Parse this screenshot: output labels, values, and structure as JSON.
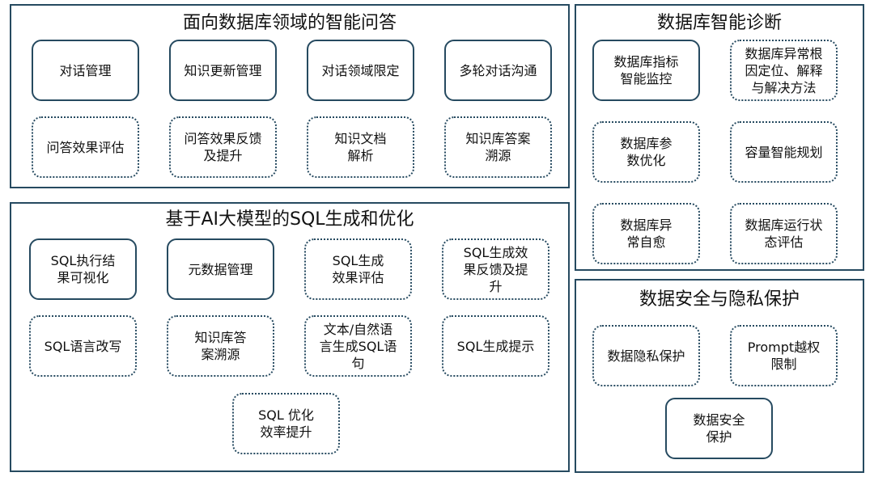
{
  "panels": {
    "qa": {
      "title": "面向数据库领域的智能问答",
      "items": [
        {
          "label": "对话管理",
          "style": "solid"
        },
        {
          "label": "知识更新管理",
          "style": "solid"
        },
        {
          "label": "对话领域限定",
          "style": "solid"
        },
        {
          "label": "多轮对话沟通",
          "style": "solid"
        },
        {
          "label": "问答效果评估",
          "style": "dotted"
        },
        {
          "label": "问答效果反馈\n及提升",
          "style": "dotted"
        },
        {
          "label": "知识文档\n解析",
          "style": "dotted"
        },
        {
          "label": "知识库答案\n溯源",
          "style": "dotted"
        }
      ]
    },
    "sql": {
      "title": "基于AI大模型的SQL生成和优化",
      "items": [
        {
          "label": "SQL执行结\n果可视化",
          "style": "solid"
        },
        {
          "label": "元数据管理",
          "style": "solid"
        },
        {
          "label": "SQL生成\n效果评估",
          "style": "dotted"
        },
        {
          "label": "SQL生成效\n果反馈及提\n升",
          "style": "dotted"
        },
        {
          "label": "SQL语言改写",
          "style": "dotted"
        },
        {
          "label": "知识库答\n案溯源",
          "style": "dotted"
        },
        {
          "label": "文本/自然语\n言生成SQL语\n句",
          "style": "dotted"
        },
        {
          "label": "SQL生成提示",
          "style": "dotted"
        },
        {
          "label": "SQL 优化\n效率提升",
          "style": "dotted"
        }
      ]
    },
    "diag": {
      "title": "数据库智能诊断",
      "items": [
        {
          "label": "数据库指标\n智能监控",
          "style": "solid"
        },
        {
          "label": "数据库异常根\n因定位、解释\n与解决方法",
          "style": "dotted"
        },
        {
          "label": "数据库参\n数优化",
          "style": "dotted"
        },
        {
          "label": "容量智能规划",
          "style": "dotted"
        },
        {
          "label": "数据库异\n常自愈",
          "style": "dotted"
        },
        {
          "label": "数据库运行状\n态评估",
          "style": "dotted"
        }
      ]
    },
    "sec": {
      "title": "数据安全与隐私保护",
      "items": [
        {
          "label": "数据隐私保护",
          "style": "dotted"
        },
        {
          "label": "Prompt越权\n限制",
          "style": "dotted"
        },
        {
          "label": "数据安全\n保护",
          "style": "solid"
        }
      ]
    }
  }
}
